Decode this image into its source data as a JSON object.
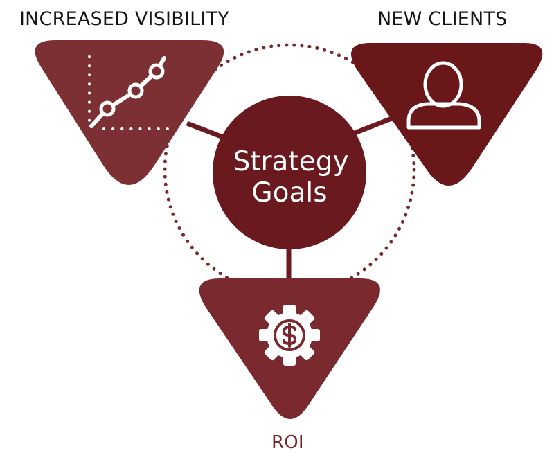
{
  "center": {
    "line1": "Strategy",
    "line2": "Goals"
  },
  "nodes": {
    "visibility": {
      "label": "INCREASED VISIBILITY",
      "icon": "line-chart-icon"
    },
    "clients": {
      "label": "NEW CLIENTS",
      "icon": "user-icon"
    },
    "roi": {
      "label": "ROI",
      "icon": "dollar-gear-icon"
    }
  },
  "colors": {
    "center_fill": "#6a1a1e",
    "triangle_visibility": "#7d3034",
    "triangle_clients": "#6a1719",
    "triangle_roi": "#7a2a2e",
    "connector": "#6a1a1e",
    "label_text": "#141414",
    "roi_text": "#7a2a2e"
  }
}
